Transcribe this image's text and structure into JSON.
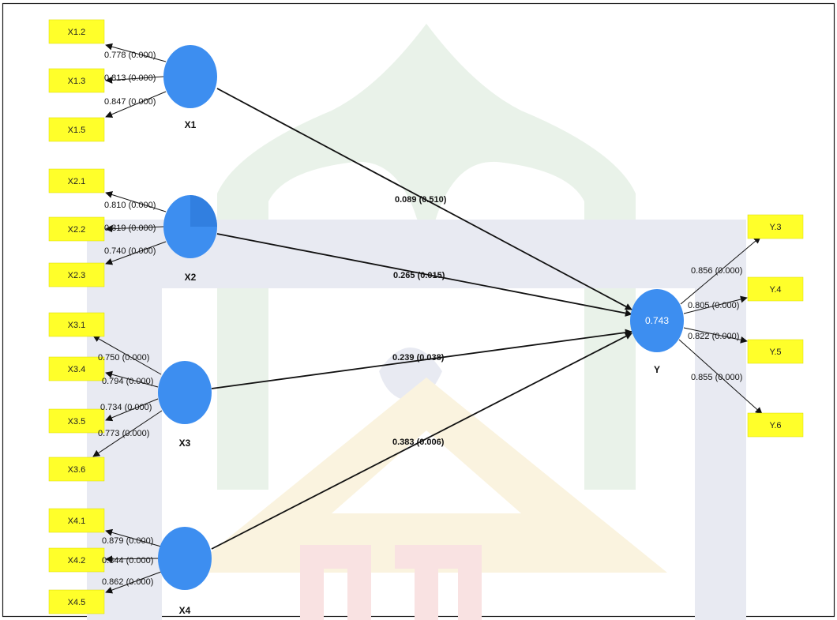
{
  "colors": {
    "latent_fill": "#3d8ef0",
    "indicator_fill": "#ffff2a",
    "arrow": "#111111",
    "watermark_green": "#e9f2e9",
    "watermark_navy": "#e8eaf2",
    "watermark_gold": "#faf3df",
    "watermark_red": "#f9e2e2"
  },
  "latents": {
    "x1": {
      "label": "X1"
    },
    "x2": {
      "label": "X2"
    },
    "x3": {
      "label": "X3"
    },
    "x4": {
      "label": "X4"
    },
    "y": {
      "label": "Y",
      "r2": "0.743"
    }
  },
  "indicators": {
    "x1_2": "X1.2",
    "x1_3": "X1.3",
    "x1_5": "X1.5",
    "x2_1": "X2.1",
    "x2_2": "X2.2",
    "x2_3": "X2.3",
    "x3_1": "X3.1",
    "x3_4": "X3.4",
    "x3_5": "X3.5",
    "x3_6": "X3.6",
    "x4_1": "X4.1",
    "x4_2": "X4.2",
    "x4_5": "X4.5",
    "y_3": "Y.3",
    "y_4": "Y.4",
    "y_5": "Y.5",
    "y_6": "Y.6"
  },
  "loadings": {
    "x1_2": "0.778 (0.000)",
    "x1_3": "0.813 (0.000)",
    "x1_5": "0.847 (0.000)",
    "x2_1": "0.810 (0.000)",
    "x2_2": "0.819 (0.000)",
    "x2_3": "0.740 (0.000)",
    "x3_1": "0.750 (0.000)",
    "x3_4": "0.794 (0.000)",
    "x3_5": "0.734 (0.000)",
    "x3_6": "0.773 (0.000)",
    "x4_1": "0.879 (0.000)",
    "x4_2": "0.844 (0.000)",
    "x4_5": "0.862 (0.000)",
    "y_3": "0.856 (0.000)",
    "y_4": "0.805 (0.000)",
    "y_5": "0.822 (0.000)",
    "y_6": "0.855 (0.000)"
  },
  "paths": {
    "x1_y": "0.089 (0.510)",
    "x2_y": "0.265 (0.015)",
    "x3_y": "0.239 (0.038)",
    "x4_y": "0.383 (0.006)"
  }
}
